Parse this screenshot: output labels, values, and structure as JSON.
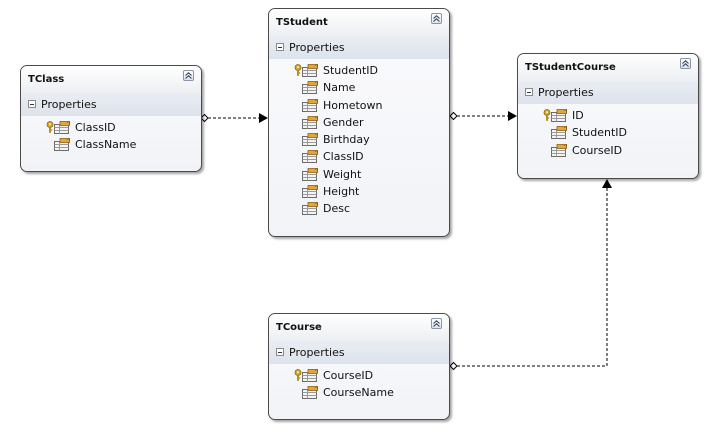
{
  "entities": [
    {
      "id": "tclass",
      "title": "TClass",
      "section_label": "Properties",
      "properties": [
        {
          "label": "ClassID",
          "key": true
        },
        {
          "label": "ClassName",
          "key": false
        }
      ]
    },
    {
      "id": "tstudent",
      "title": "TStudent",
      "section_label": "Properties",
      "properties": [
        {
          "label": "StudentID",
          "key": true
        },
        {
          "label": "Name",
          "key": false
        },
        {
          "label": "Hometown",
          "key": false
        },
        {
          "label": "Gender",
          "key": false
        },
        {
          "label": "Birthday",
          "key": false
        },
        {
          "label": "ClassID",
          "key": false
        },
        {
          "label": "Weight",
          "key": false
        },
        {
          "label": "Height",
          "key": false
        },
        {
          "label": "Desc",
          "key": false
        }
      ]
    },
    {
      "id": "tstudentcourse",
      "title": "TStudentCourse",
      "section_label": "Properties",
      "properties": [
        {
          "label": "ID",
          "key": true
        },
        {
          "label": "StudentID",
          "key": false
        },
        {
          "label": "CourseID",
          "key": false
        }
      ]
    },
    {
      "id": "tcourse",
      "title": "TCourse",
      "section_label": "Properties",
      "properties": [
        {
          "label": "CourseID",
          "key": true
        },
        {
          "label": "CourseName",
          "key": false
        }
      ]
    }
  ],
  "relationships": [
    {
      "from": "tclass",
      "to": "tstudent"
    },
    {
      "from": "tstudent",
      "to": "tstudentcourse"
    },
    {
      "from": "tcourse",
      "to": "tstudentcourse"
    }
  ],
  "colors": {
    "border": "#4a4a4a",
    "section_band": "#e2e7ee",
    "connector": "#000000",
    "key_icon": "#d8a528"
  }
}
